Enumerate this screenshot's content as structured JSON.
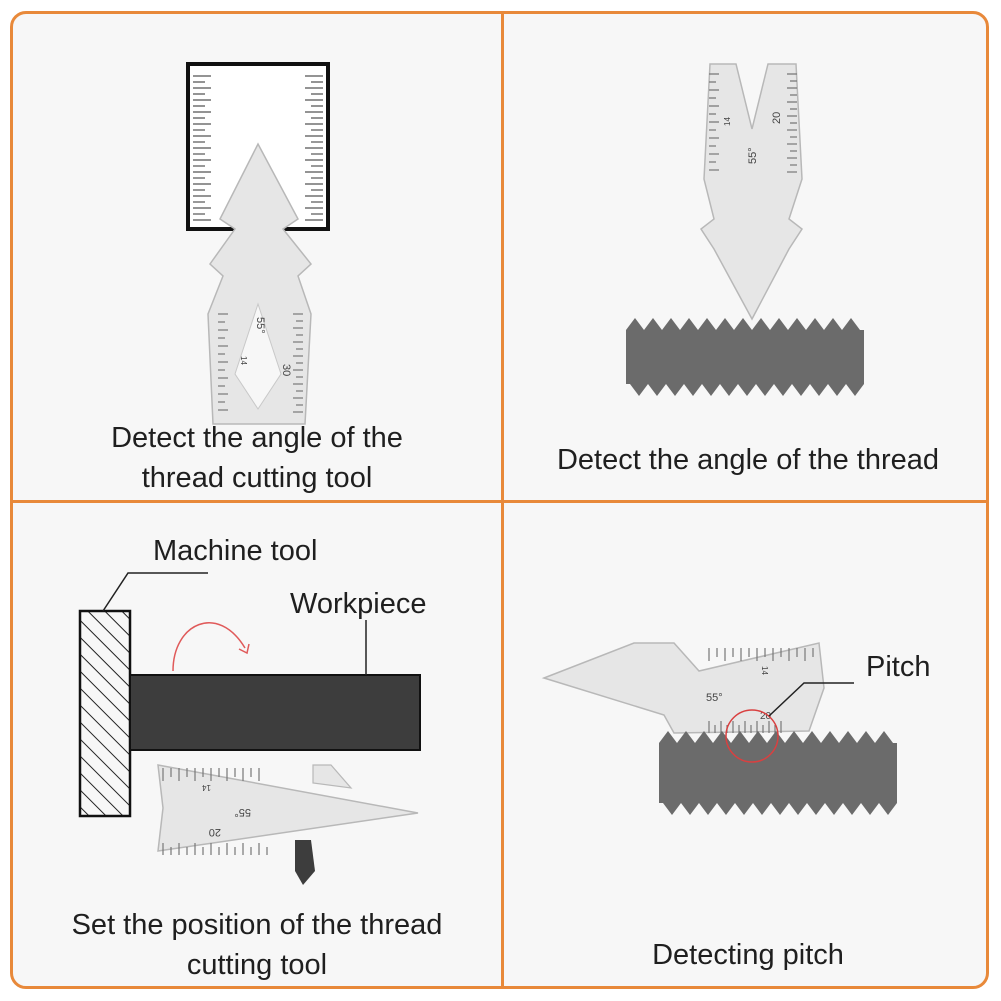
{
  "panels": {
    "tool_angle": {
      "caption_line1": "Detect the angle of the",
      "caption_line2": "thread cutting tool",
      "gauge_angle": "55°",
      "gauge_num_a": "30",
      "gauge_num_b": "14"
    },
    "thread_angle": {
      "caption": "Detect the angle of the thread",
      "gauge_angle": "55°",
      "gauge_num_a": "20",
      "gauge_num_b": "14"
    },
    "tool_position": {
      "caption_line1": "Set the position of the thread",
      "caption_line2": "cutting tool",
      "label_machine": "Machine tool",
      "label_workpiece": "Workpiece",
      "gauge_angle": "55°",
      "gauge_num_a": "20",
      "gauge_num_b": "14"
    },
    "pitch": {
      "caption": "Detecting pitch",
      "label_pitch": "Pitch",
      "gauge_angle": "55°",
      "gauge_num_a": "20",
      "gauge_num_b": "14"
    }
  },
  "colors": {
    "border": "#e8893a",
    "thread": "#6b6b6b",
    "gauge": "#e6e6e6",
    "gauge_edge": "#b8b8b8",
    "bar": "#3d3d3d",
    "arrow": "#e05a5a"
  }
}
